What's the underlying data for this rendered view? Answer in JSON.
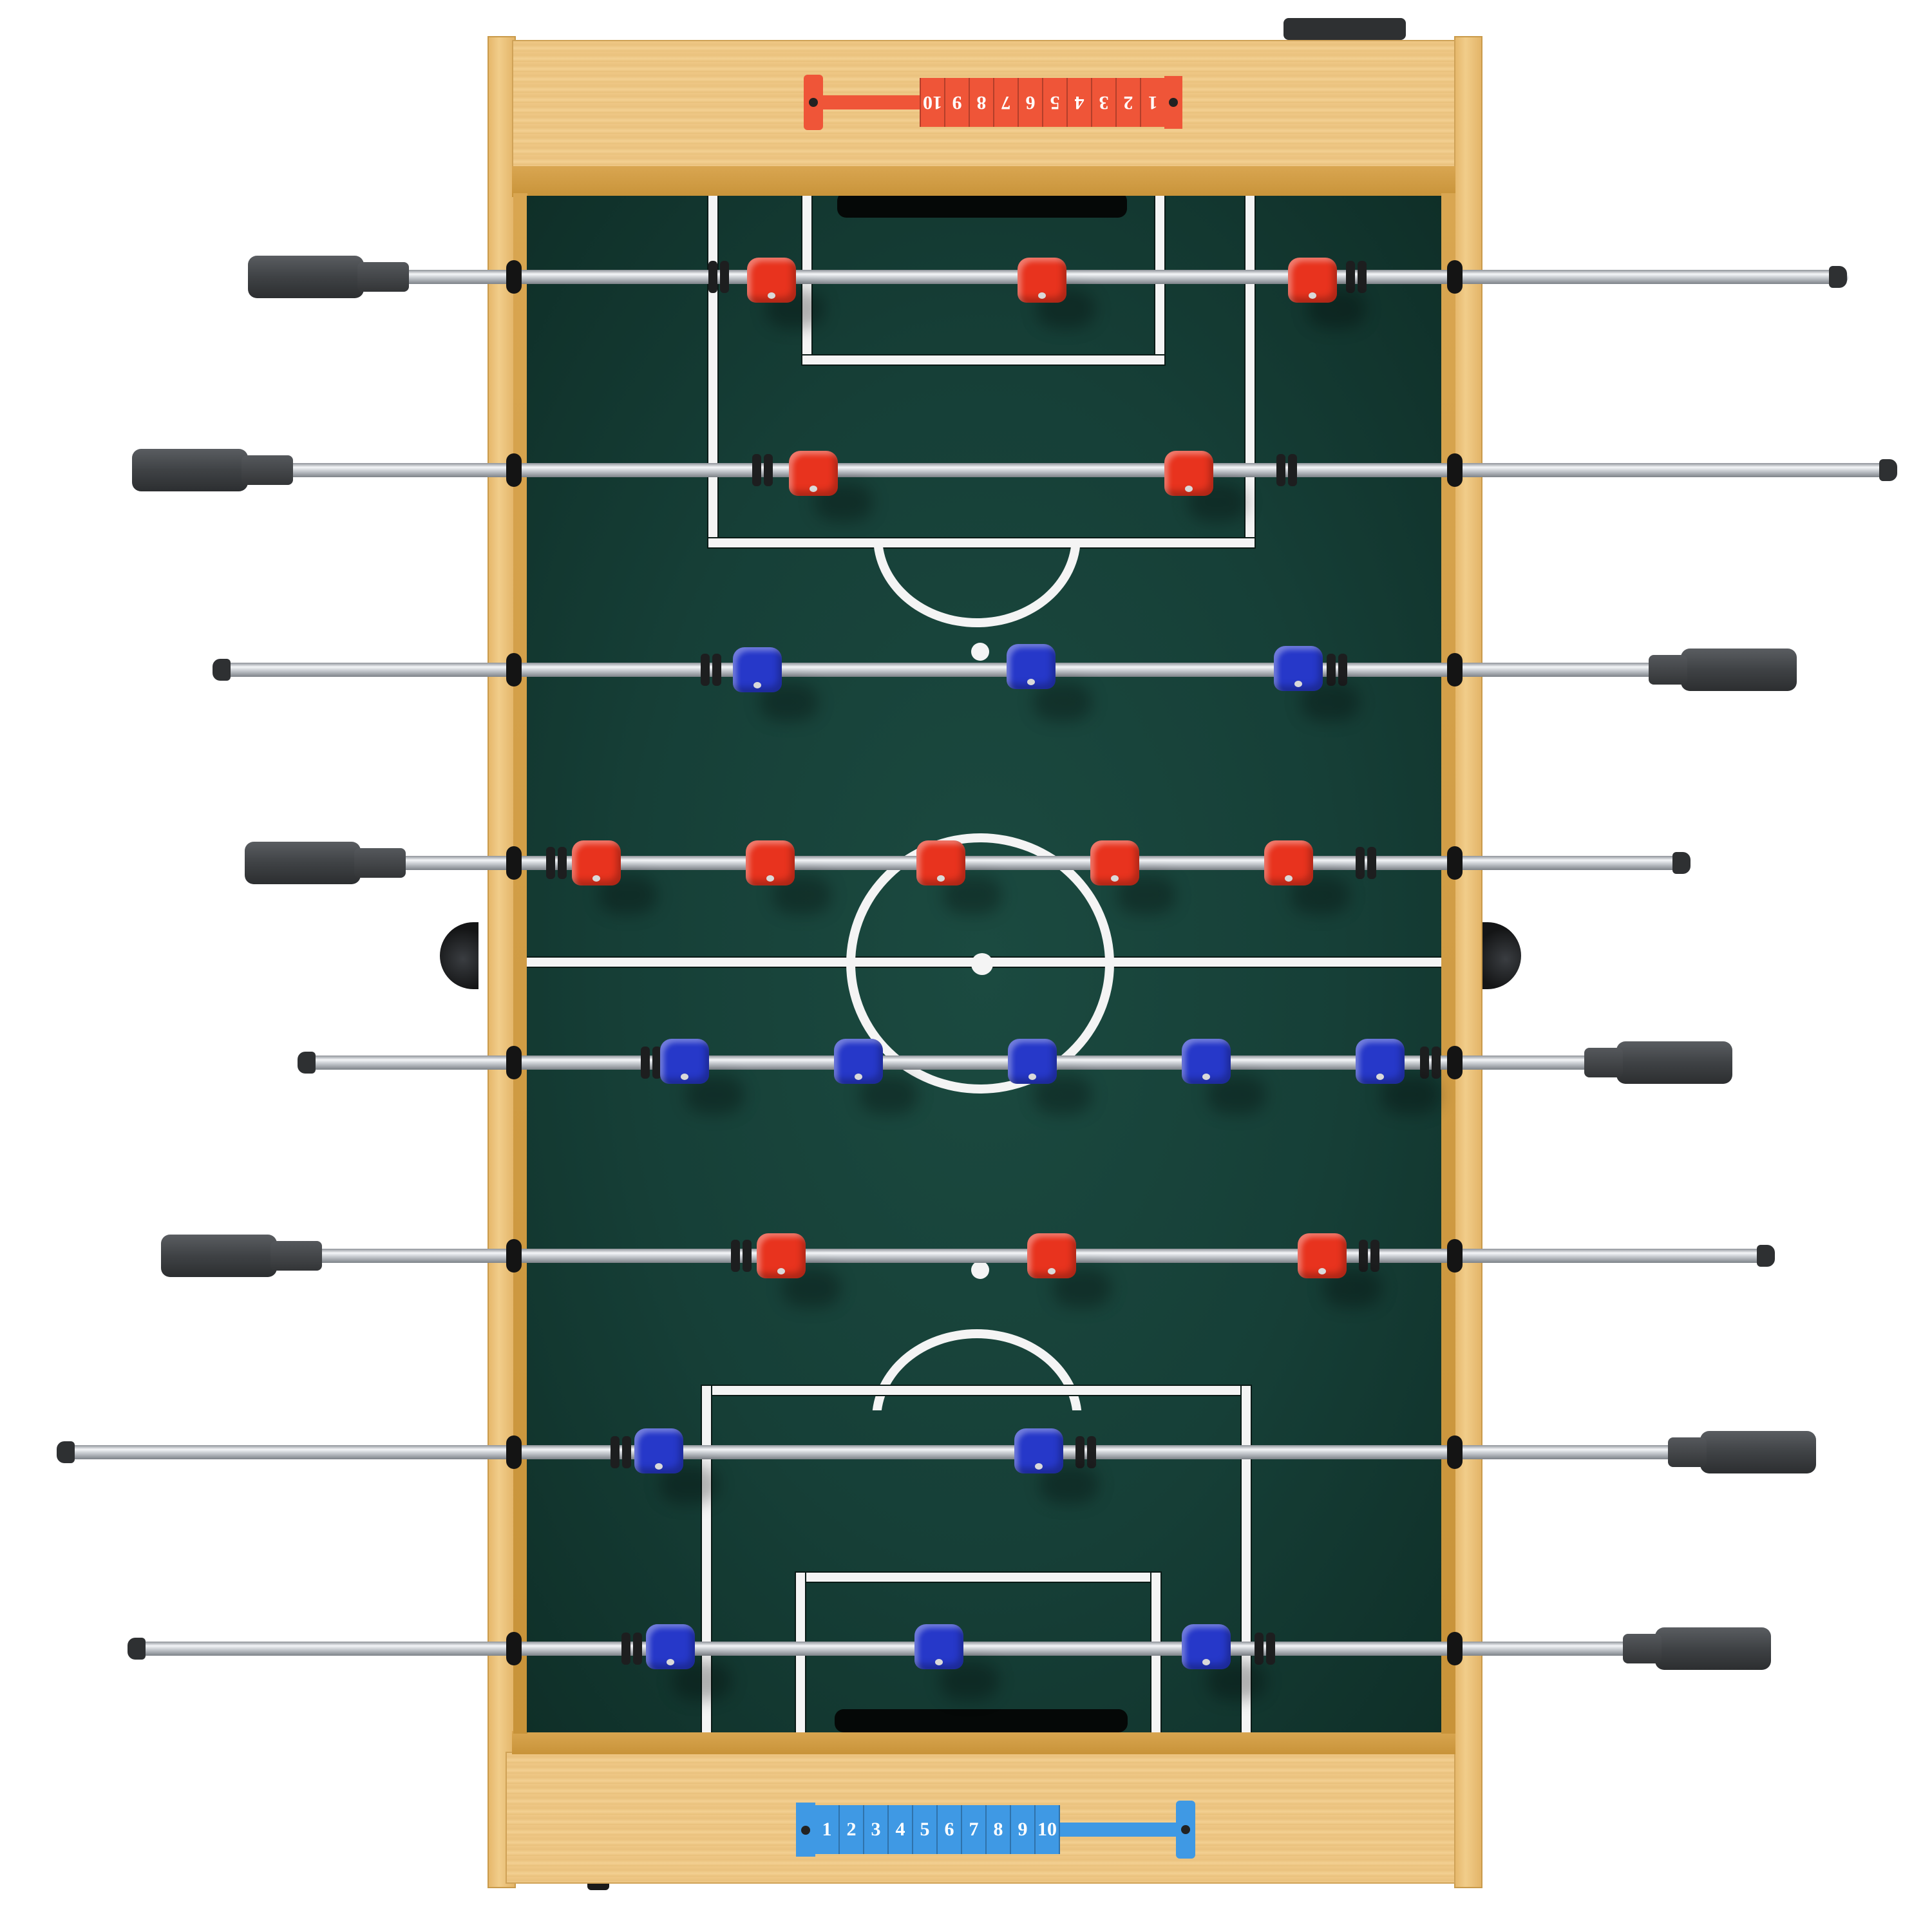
{
  "scene": {
    "subject": "Foosball table (top-down view)",
    "colors": {
      "wood": "#efc886",
      "field": "#163f37",
      "line": "#f4f4f4",
      "red_team": "#e8331e",
      "blue_team": "#2638c9",
      "red_scorer": "#ef5538",
      "blue_scorer": "#3f99e4",
      "handle": "#3f4245"
    }
  },
  "scoreboards": {
    "top": {
      "team": "red",
      "tiles": [
        "10",
        "9",
        "8",
        "7",
        "6",
        "5",
        "4",
        "3",
        "2",
        "1"
      ]
    },
    "bottom": {
      "team": "blue",
      "tiles": [
        "1",
        "2",
        "3",
        "4",
        "5",
        "6",
        "7",
        "8",
        "9",
        "10"
      ]
    }
  },
  "rods": [
    {
      "index": 1,
      "team": "red",
      "role": "goalkeeper",
      "players": 3,
      "handle_side": "left"
    },
    {
      "index": 2,
      "team": "red",
      "role": "defense",
      "players": 2,
      "handle_side": "left"
    },
    {
      "index": 3,
      "team": "blue",
      "role": "attack",
      "players": 3,
      "handle_side": "right"
    },
    {
      "index": 4,
      "team": "red",
      "role": "midfield",
      "players": 5,
      "handle_side": "left"
    },
    {
      "index": 5,
      "team": "blue",
      "role": "midfield",
      "players": 5,
      "handle_side": "right"
    },
    {
      "index": 6,
      "team": "red",
      "role": "attack",
      "players": 3,
      "handle_side": "left"
    },
    {
      "index": 7,
      "team": "blue",
      "role": "defense",
      "players": 2,
      "handle_side": "right"
    },
    {
      "index": 8,
      "team": "blue",
      "role": "goalkeeper",
      "players": 3,
      "handle_side": "right"
    }
  ],
  "labels": {
    "ball_return_left": "ball-return-cup",
    "ball_return_right": "ball-return-cup"
  }
}
